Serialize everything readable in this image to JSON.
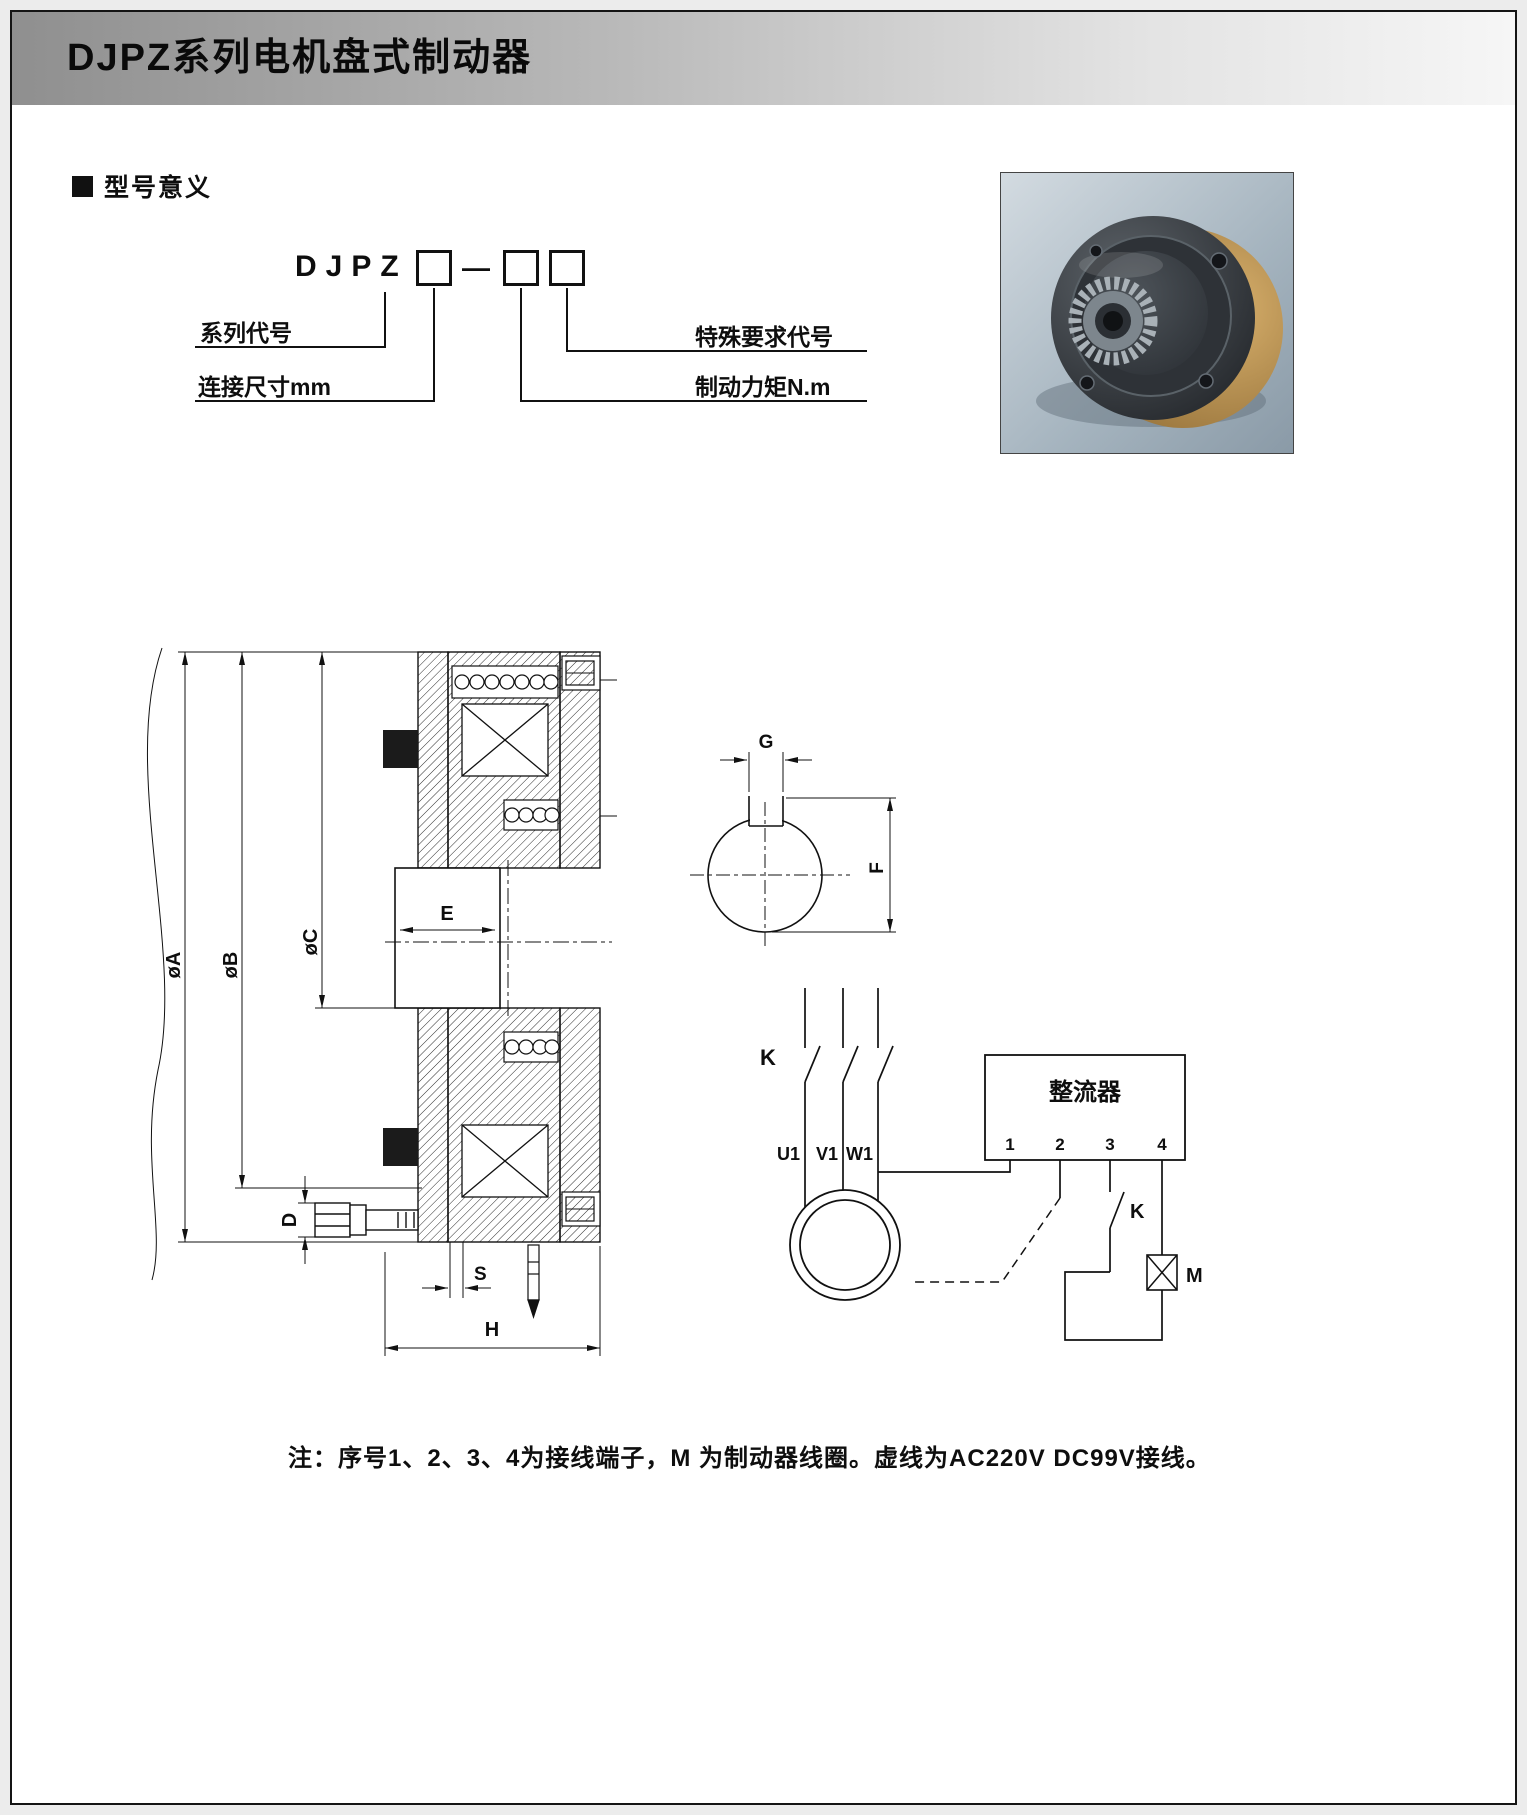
{
  "header": {
    "title": "DJPZ系列电机盘式制动器"
  },
  "model_section": {
    "heading": "型号意义",
    "code": "DJPZ",
    "dash": "—",
    "labels": {
      "series": "系列代号",
      "size": "连接尺寸mm",
      "special": "特殊要求代号",
      "torque": "制动力矩N.m"
    }
  },
  "drawing": {
    "dims": {
      "a": "øA",
      "b": "øB",
      "c": "øC",
      "d": "D",
      "e": "E",
      "s": "S",
      "h": "H",
      "g": "G",
      "f": "F"
    }
  },
  "circuit": {
    "main_contactor": "K",
    "phases": {
      "u": "U1",
      "v": "V1",
      "w": "W1"
    },
    "rectifier": "整流器",
    "terminals": [
      "1",
      "2",
      "3",
      "4"
    ],
    "aux_contact": "K",
    "coil": "M"
  },
  "note": "注：序号1、2、3、4为接线端子，M 为制动器线圈。虚线为AC220V  DC99V接线。"
}
